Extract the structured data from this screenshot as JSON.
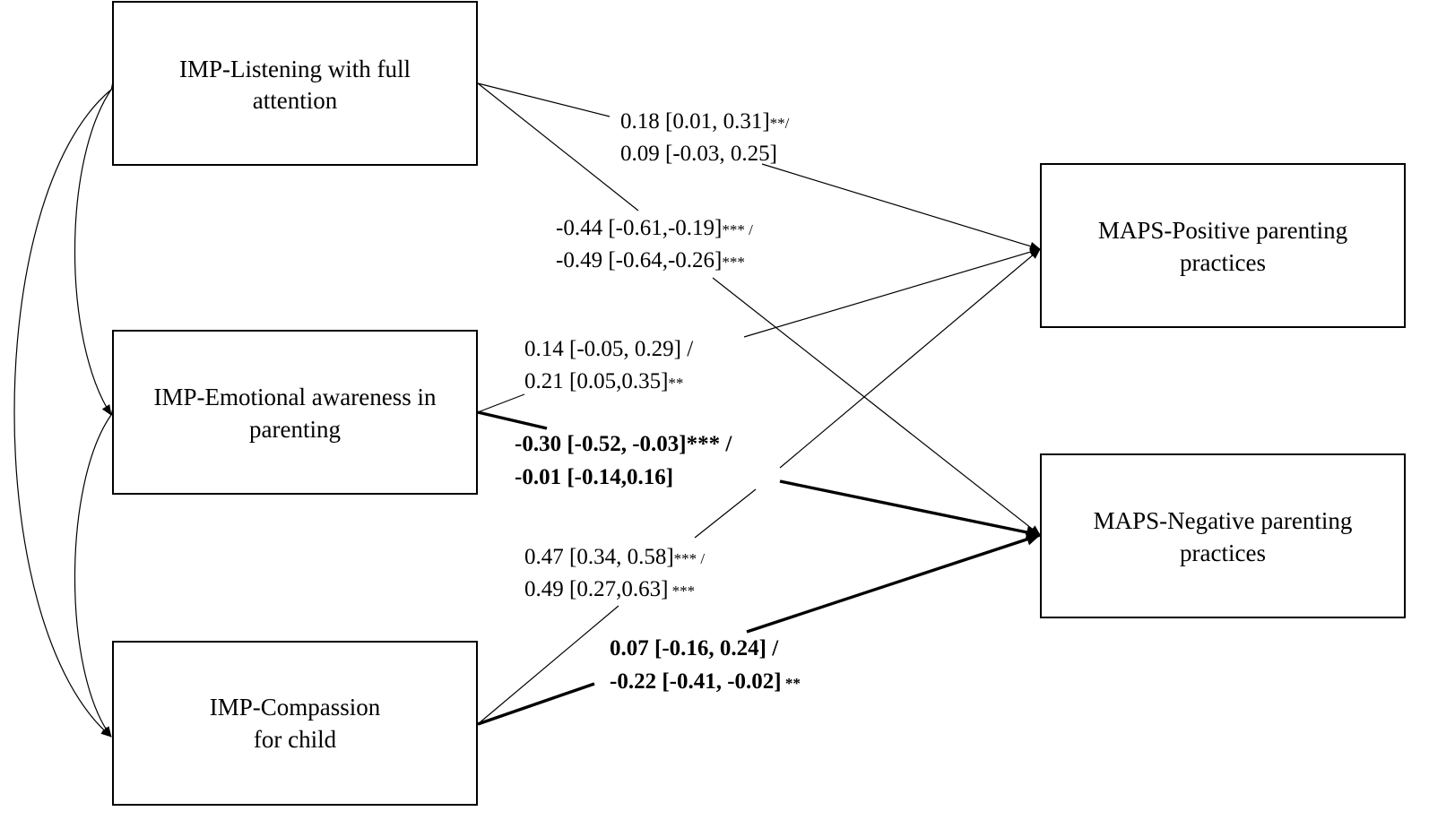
{
  "nodes": {
    "listening": {
      "line1": "IMP-Listening with full",
      "line2": "attention"
    },
    "emotional": {
      "line1": "IMP-Emotional awareness in",
      "line2": "parenting"
    },
    "compassion": {
      "line1": "IMP-Compassion",
      "line2": "for child"
    },
    "positive": {
      "line1": "MAPS-Positive parenting",
      "line2": "practices"
    },
    "negative": {
      "line1": "MAPS-Negative parenting",
      "line2": "practices"
    }
  },
  "paths": {
    "listening_positive": {
      "line1": "0.18 [0.01, 0.31]",
      "line1_sig": "**/",
      "line2": "0.09 [-0.03, 0.25]",
      "line2_sig": ""
    },
    "listening_negative": {
      "line1": "-0.44 [-0.61,-0.19]",
      "line1_sig": "*** /",
      "line2": "-0.49 [-0.64,-0.26]",
      "line2_sig": "***"
    },
    "emotional_positive": {
      "line1": "0.14 [-0.05, 0.29] /",
      "line1_sig": "",
      "line2": "0.21 [0.05,0.35]",
      "line2_sig": "**"
    },
    "emotional_negative": {
      "line1": "-0.30 [-0.52, -0.03]*** /",
      "line1_sig": "",
      "line2": "-0.01 [-0.14,0.16]",
      "line2_sig": ""
    },
    "compassion_positive": {
      "line1": "0.47 [0.34, 0.58]",
      "line1_sig": "*** /",
      "line2": "0.49 [0.27,0.63]",
      "line2_sig": " ***"
    },
    "compassion_negative": {
      "line1": "0.07 [-0.16, 0.24] /",
      "line1_sig": "",
      "line2": "-0.22 [-0.41, -0.02]",
      "line2_sig": " **"
    }
  }
}
